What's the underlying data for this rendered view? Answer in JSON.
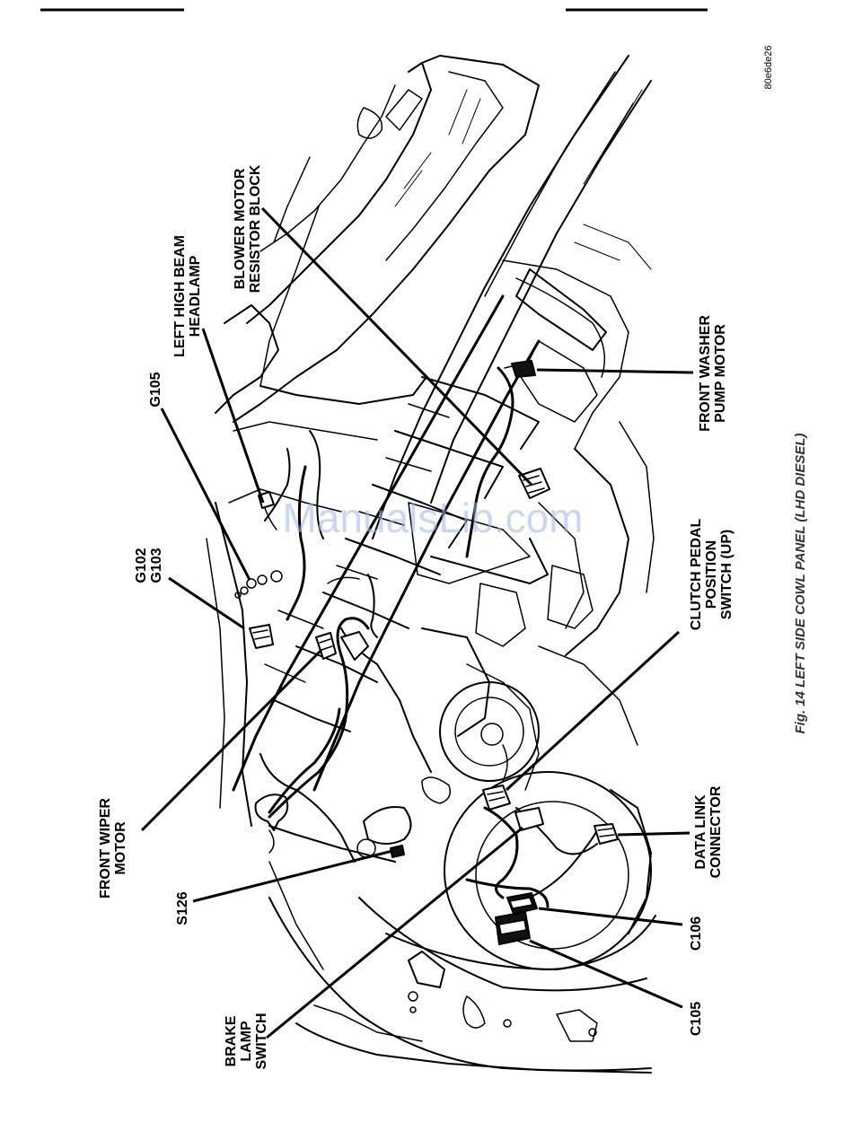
{
  "figure": {
    "caption": "Fig. 14 LEFT SIDE COWL PANEL (LHD DIESEL)",
    "image_code": "80e6de26",
    "watermark": "ManualsLib.com"
  },
  "callouts": [
    {
      "id": "blower",
      "lines": [
        "BLOWER MOTOR",
        "RESISTOR BLOCK"
      ]
    },
    {
      "id": "headlamp",
      "lines": [
        "LEFT HIGH BEAM",
        "HEADLAMP"
      ]
    },
    {
      "id": "g105",
      "lines": [
        "G105"
      ]
    },
    {
      "id": "g102",
      "lines": [
        "G102",
        "G103"
      ]
    },
    {
      "id": "washer",
      "lines": [
        "FRONT WASHER",
        "PUMP MOTOR"
      ]
    },
    {
      "id": "clutch",
      "lines": [
        "CLUTCH PEDAL",
        "POSITION",
        "SWITCH (UP)"
      ]
    },
    {
      "id": "wiper",
      "lines": [
        "FRONT WIPER",
        "MOTOR"
      ]
    },
    {
      "id": "s126",
      "lines": [
        "S126"
      ]
    },
    {
      "id": "datalink",
      "lines": [
        "DATA LINK",
        "CONNECTOR"
      ]
    },
    {
      "id": "c106",
      "lines": [
        "C106"
      ]
    },
    {
      "id": "c105",
      "lines": [
        "C105"
      ]
    },
    {
      "id": "brake",
      "lines": [
        "BRAKE",
        "LAMP",
        "SWITCH"
      ]
    }
  ]
}
